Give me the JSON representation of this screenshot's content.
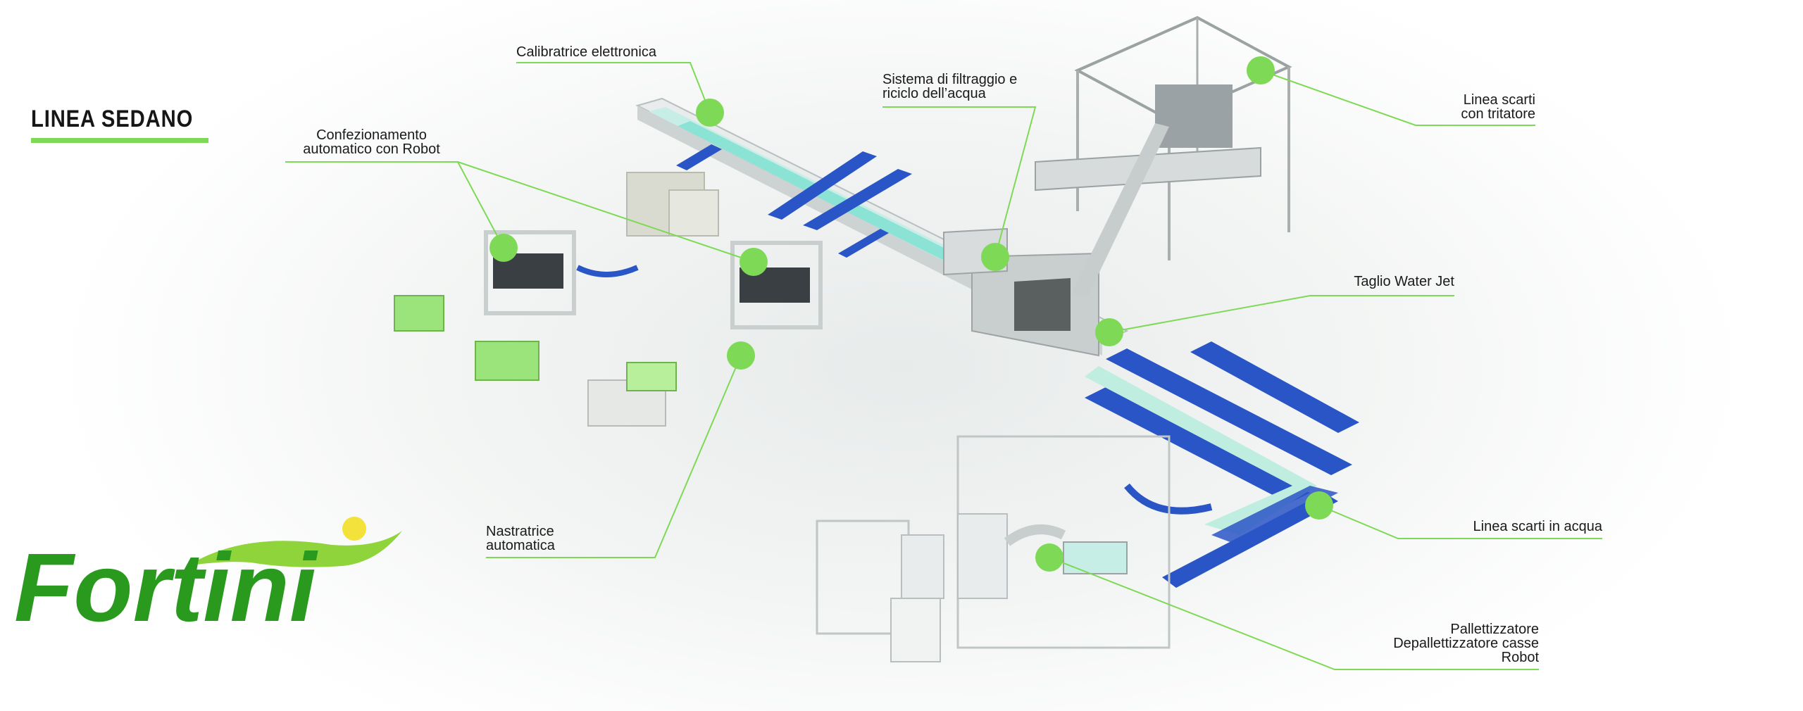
{
  "title": "LINEA SEDANO",
  "brand": {
    "logo_text": "Fortini",
    "primary": "#2a9a1f",
    "leaf": "#8fd43a",
    "sun": "#f4e23c"
  },
  "colors": {
    "callout_dot": "#7ed957",
    "callout_line": "#7ed957",
    "conveyor": "#2a55c6",
    "belt_accent": "#7ae0d0",
    "frame": "#d8dcdc",
    "crate": "#9be37b"
  },
  "labels": {
    "calibratrice": "Calibratrice elettronica",
    "confezionamento_1": "Confezionamento",
    "confezionamento_2": "automatico con Robot",
    "filtraggio_1": "Sistema di filtraggio e",
    "filtraggio_2": "riciclo dell’acqua",
    "scarti_tritatore_1": "Linea scarti",
    "scarti_tritatore_2": "con tritatore",
    "water_jet": "Taglio Water Jet",
    "nastratrice_1": "Nastratrice",
    "nastratrice_2": "automatica",
    "scarti_acqua": "Linea scarti in acqua",
    "pallettizzatore_1": "Pallettizzatore",
    "pallettizzatore_2": "Depallettizzatore casse",
    "pallettizzatore_3": "Robot"
  }
}
